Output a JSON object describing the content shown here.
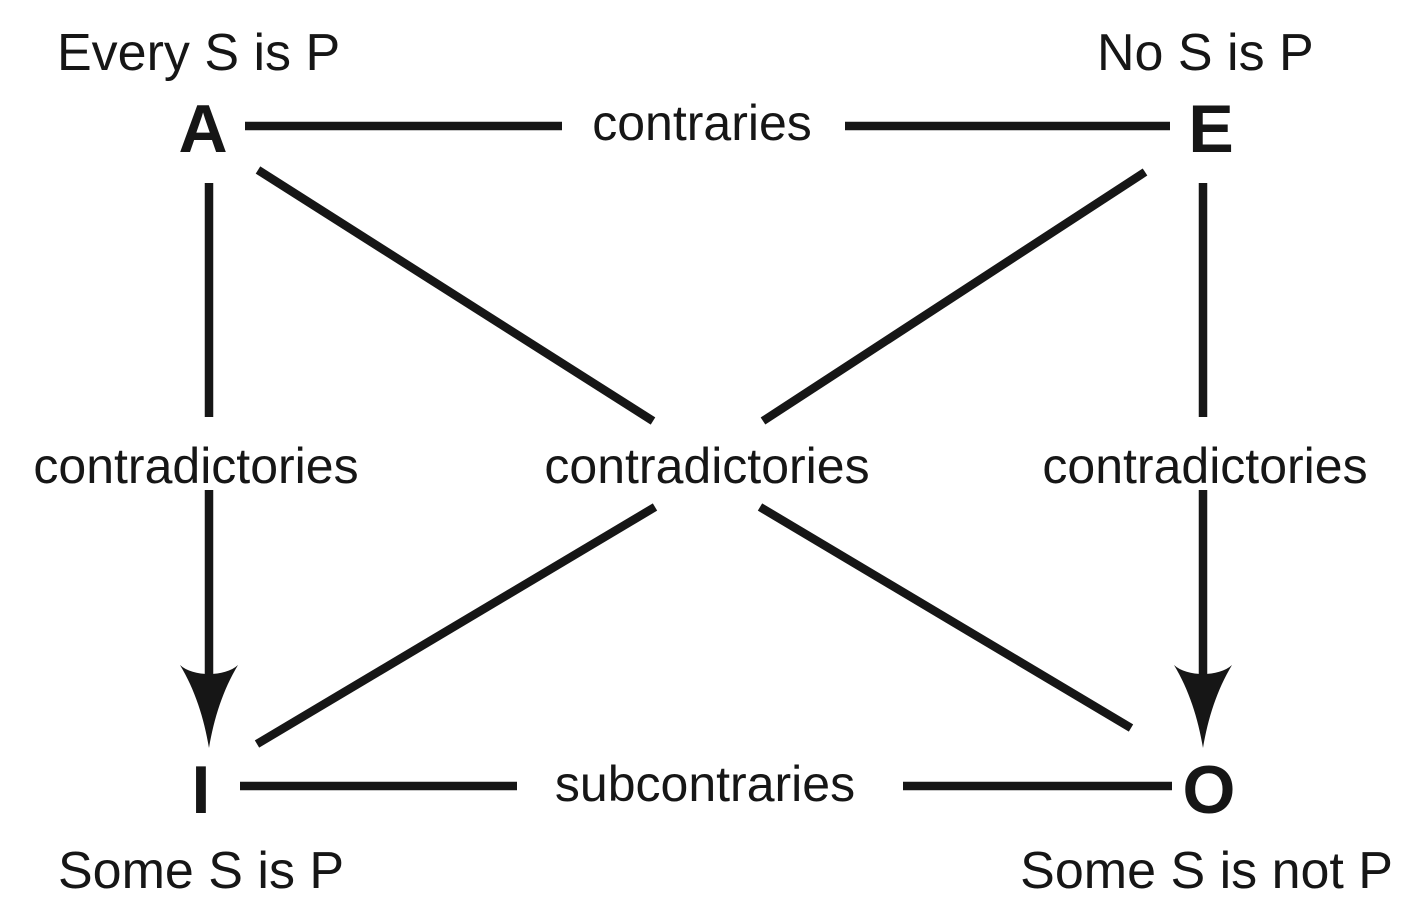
{
  "diagram": {
    "nodes": {
      "a": {
        "letter": "A",
        "statement": "Every S is P"
      },
      "e": {
        "letter": "E",
        "statement": "No S is P"
      },
      "i": {
        "letter": "I",
        "statement": "Some S is P"
      },
      "o": {
        "letter": "O",
        "statement": "Some S is not P"
      }
    },
    "relations": {
      "contraries": "contraries",
      "subcontraries": "subcontraries",
      "contradictories_left": "contradictories",
      "contradictories_center": "contradictories",
      "contradictories_right": "contradictories"
    },
    "colors": {
      "ink": "#161616",
      "background": "#ffffff"
    }
  }
}
